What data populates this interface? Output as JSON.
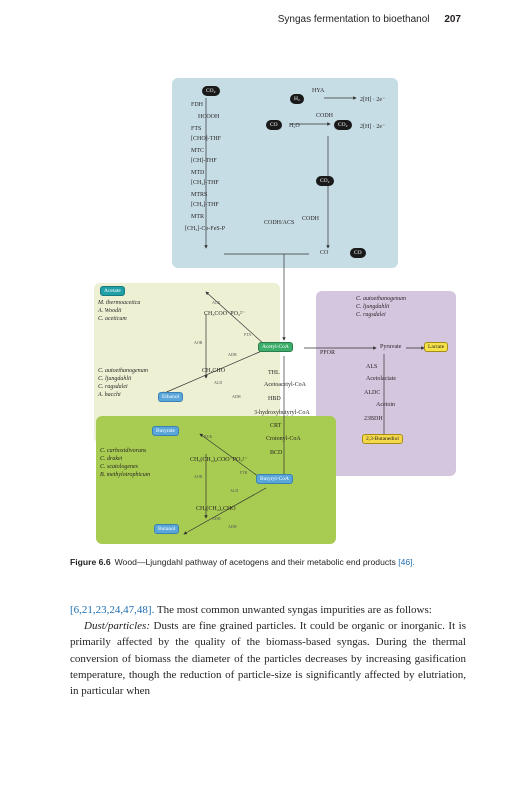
{
  "header": {
    "running_title": "Syngas fermentation to bioethanol",
    "page_number": "207"
  },
  "figure": {
    "blue_panel": {
      "co2": "CO₂",
      "fdh": "FDH",
      "hcooh": "HCOOH",
      "fts": "FTS",
      "cho_thf": "[CHO]-THF",
      "mtc": "MTC",
      "ch_thf": "[CH]-THF",
      "mtd": "MTD",
      "ch2_thf": "[CH₂]-THF",
      "mtrs": "MTRS",
      "ch3_thf": "[CH₃]-THF",
      "mtr": "MTR",
      "ch3co": "[CH₃]-Co-FeS-P",
      "codh_acs": "CODH/ACS",
      "hya": "HYA",
      "h2": "H₂",
      "hydrogen": "2[H] · 2e⁻",
      "codh_top": "CODH",
      "co": "CO",
      "h2o": "H₂O",
      "co2b": "CO₂",
      "hydrogen2": "2[H] · 2e⁻",
      "co2c": "CO₂",
      "codh_mid": "CODH",
      "co_bottom": "CO",
      "co_bottom2": "CO"
    },
    "cream_panel": {
      "acetate": "Acetate",
      "organisms1": [
        "M. thermoacetica",
        "A. Woodii",
        "C. aceticum"
      ],
      "ch3coo": "CH₃COO⁻PO₃²⁻",
      "organisms2": [
        "C. autoethanogenum",
        "C. ljungdahlii",
        "C. ragsdalei",
        "A. bacchi"
      ],
      "ch3cho": "CH₃CHO",
      "ethanol": "Ethanol",
      "labels": [
        "ACK",
        "PTA",
        "AOR",
        "ADH",
        "ALD",
        "ADH"
      ]
    },
    "center": {
      "acetyl_coa": "Acetyl-CoA",
      "thl": "THL",
      "acetoacetyl": "Acetoacetyl-CoA",
      "hbd": "HBD",
      "hydroxybutyryl": "3-hydroxybutyryl-CoA",
      "crt": "CRT",
      "crotonyl": "Crotonyl-CoA",
      "bcd": "BCD",
      "butyryl_coa": "Butyryl-CoA"
    },
    "lav_panel": {
      "organisms": [
        "C. autoethanogenum",
        "C. ljungdahlii",
        "C. ragsdalei"
      ],
      "pfor": "PFOR",
      "pyruvate": "Pyruvate",
      "lactate": "Lactate",
      "als": "ALS",
      "acetolactate": "Acetolactate",
      "aldc": "ALDC",
      "acetoin": "Acetoin",
      "23bdh": "23BDH",
      "butanediol": "2,3-Butanediol"
    },
    "green_panel": {
      "butyrate": "Butyrate",
      "organisms": [
        "C. carboxidivorans",
        "C. drakei",
        "C. scatologenes",
        "B. methylotrophicum"
      ],
      "ch3ch2coo": "CH₃(CH₂)₂COO⁻PO₃²⁻",
      "ch3ch2cho": "CH₃(CH₂)₂CHO",
      "butanol": "Butanol",
      "labels": [
        "BUK",
        "PTB",
        "AOR",
        "ALD",
        "ADH",
        "ADH"
      ]
    }
  },
  "caption": {
    "label": "Figure 6.6",
    "text": "Wood—Ljungdahl pathway of acetogens and their metabolic end products",
    "ref": "[46]."
  },
  "body": {
    "p1_refs": "[6,21,23,24,47,48].",
    "p1_text": " The most common unwanted syngas impurities are as follows:",
    "p2_lead": "Dust/particles:",
    "p2_text": " Dusts are fine grained particles. It could be organic or inorganic. It is primarily affected by the quality of the biomass-based syngas. During the thermal conversion of biomass the diameter of the particles decreases by increasing gasification temperature, though the reduction of particle-size is significantly affected by elutriation, in particular when"
  }
}
